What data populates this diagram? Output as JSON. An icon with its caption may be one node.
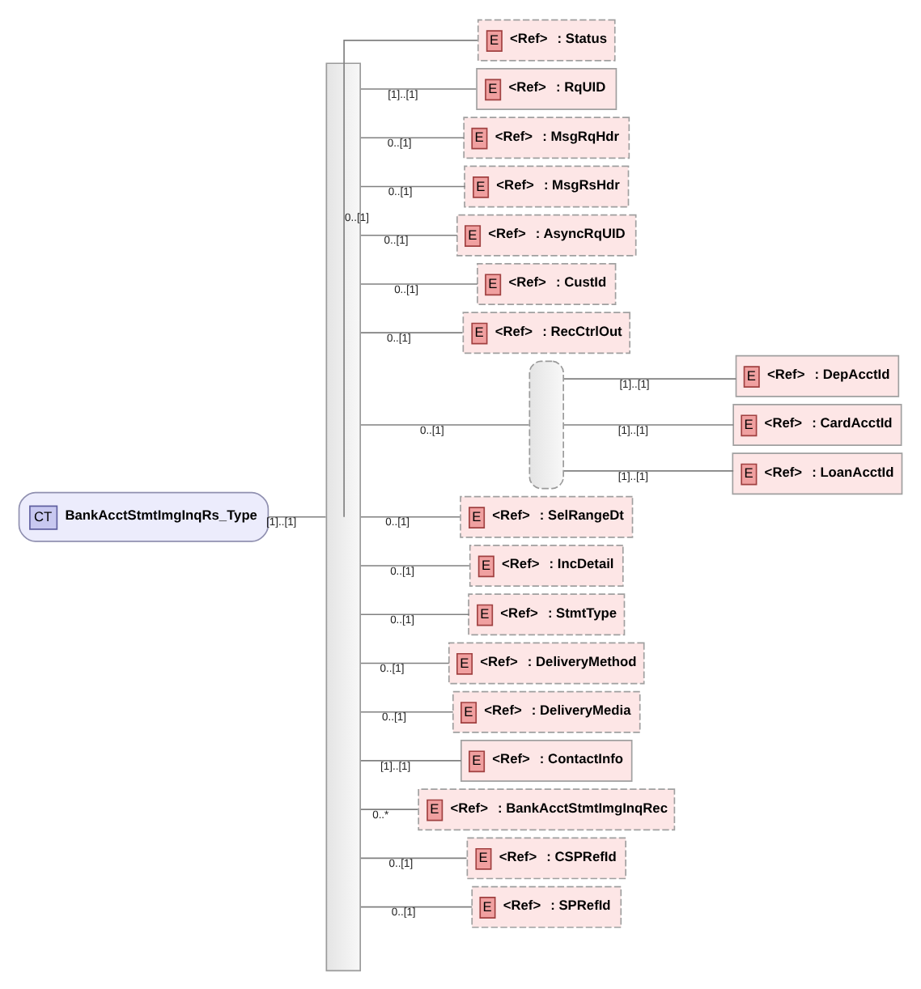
{
  "diagram": {
    "nodes": [
      {
        "text": [
          "CT",
          "BankAcctStmtImgInqRs_Type"
        ]
      },
      {
        "text": [],
        "shape": "box"
      },
      {
        "text": [
          "E",
          "<Ref>",
          ": Status"
        ]
      },
      {
        "text": [
          "E",
          "<Ref>",
          ": RqUID"
        ]
      },
      {
        "text": [
          "E",
          "<Ref>",
          ": MsgRqHdr"
        ]
      },
      {
        "text": [
          "E",
          "<Ref>",
          ": MsgRsHdr"
        ]
      },
      {
        "text": [
          "E",
          "<Ref>",
          ": AsyncRqUID"
        ]
      },
      {
        "text": [
          "E",
          "<Ref>",
          ": CustId"
        ]
      },
      {
        "text": [
          "E",
          "<Ref>",
          ": RecCtrlOut"
        ]
      },
      {
        "text": [],
        "shape": "box"
      },
      {
        "text": [
          "E",
          "<Ref>",
          ": DepAcctId"
        ]
      },
      {
        "text": [
          "E",
          "<Ref>",
          ": CardAcctId"
        ]
      },
      {
        "text": [
          "E",
          "<Ref>",
          ": LoanAcctId"
        ]
      },
      {
        "text": [
          "E",
          "<Ref>",
          ": SelRangeDt"
        ]
      },
      {
        "text": [
          "E",
          "<Ref>",
          ": IncDetail"
        ]
      },
      {
        "text": [
          "E",
          "<Ref>",
          ": StmtType"
        ]
      },
      {
        "text": [
          "E",
          "<Ref>",
          ": DeliveryMethod"
        ]
      },
      {
        "text": [
          "E",
          "<Ref>",
          ": DeliveryMedia"
        ]
      },
      {
        "text": [
          "E",
          "<Ref>",
          ": ContactInfo"
        ]
      },
      {
        "text": [
          "E",
          "<Ref>",
          ": BankAcctStmtImgInqRec"
        ]
      },
      {
        "text": [
          "E",
          "<Ref>",
          ": CSPRefId"
        ]
      },
      {
        "text": [
          "E",
          "<Ref>",
          ": SPRefId"
        ]
      }
    ],
    "edges": [
      {
        "from": 0,
        "to": 1,
        "arrow": "none",
        "label": "[1]..[1]"
      },
      {
        "from": 1,
        "to": 2,
        "arrow": "none",
        "label": "0..[1]"
      },
      {
        "from": 1,
        "to": 3,
        "arrow": "none",
        "label": "[1]..[1]"
      },
      {
        "from": 1,
        "to": 4,
        "arrow": "none",
        "label": "0..[1]"
      },
      {
        "from": 1,
        "to": 5,
        "arrow": "none",
        "label": "0..[1]"
      },
      {
        "from": 1,
        "to": 6,
        "arrow": "none",
        "label": "0..[1]"
      },
      {
        "from": 1,
        "to": 7,
        "arrow": "none",
        "label": "0..[1]"
      },
      {
        "from": 1,
        "to": 8,
        "arrow": "none",
        "label": "0..[1]"
      },
      {
        "from": 1,
        "to": 9,
        "arrow": "none",
        "label": "0..[1]"
      },
      {
        "from": 9,
        "to": 10,
        "arrow": "none",
        "label": "[1]..[1]"
      },
      {
        "from": 9,
        "to": 11,
        "arrow": "none",
        "label": "[1]..[1]"
      },
      {
        "from": 9,
        "to": 12,
        "arrow": "none",
        "label": "[1]..[1]"
      },
      {
        "from": 1,
        "to": 13,
        "arrow": "none",
        "label": "0..[1]"
      },
      {
        "from": 1,
        "to": 14,
        "arrow": "none",
        "label": "0..[1]"
      },
      {
        "from": 1,
        "to": 15,
        "arrow": "none",
        "label": "0..[1]"
      },
      {
        "from": 1,
        "to": 16,
        "arrow": "none",
        "label": "0..[1]"
      },
      {
        "from": 1,
        "to": 17,
        "arrow": "none",
        "label": "0..[1]"
      },
      {
        "from": 1,
        "to": 18,
        "arrow": "none",
        "label": "[1]..[1]"
      },
      {
        "from": 1,
        "to": 19,
        "arrow": "none",
        "label": "0..*"
      },
      {
        "from": 1,
        "to": 20,
        "arrow": "none",
        "label": "0..[1]"
      },
      {
        "from": 1,
        "to": 21,
        "arrow": "none",
        "label": "0..[1]"
      }
    ]
  }
}
